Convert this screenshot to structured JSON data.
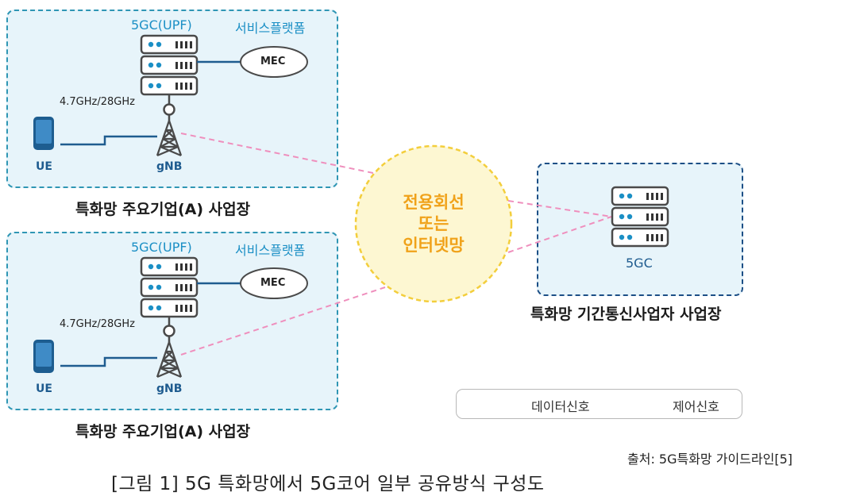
{
  "site_a": {
    "caption": "특화망 주요기업(A) 사업장",
    "core_label": "5GC(UPF)",
    "platform_label": "서비스플랫폼",
    "mec_label": "MEC",
    "freq_label": "4.7GHz/28GHz",
    "ue_label": "UE",
    "gnb_label": "gNB"
  },
  "site_b": {
    "caption": "특화망 주요기업(A) 사업장",
    "core_label": "5GC(UPF)",
    "platform_label": "서비스플랫폼",
    "mec_label": "MEC",
    "freq_label": "4.7GHz/28GHz",
    "ue_label": "UE",
    "gnb_label": "gNB"
  },
  "network": {
    "lines": [
      "전용회선",
      "또는",
      "인터넷망"
    ]
  },
  "operator_site": {
    "core_label": "5GC",
    "caption": "특화망 기간통신사업자 사업장"
  },
  "legend": {
    "data_signal": "데이터신호",
    "control_signal": "제어신호"
  },
  "source": "출처: 5G특화망 가이드라인[5]",
  "figure_caption": "[그림 1] 5G 특화망에서 5G코어 일부 공유방식 구성도",
  "colors": {
    "data_line": "#1f5c8f",
    "control_line": "#ef8fbd",
    "site_border": "#2f96b4",
    "site_fill": "#e7f4fa",
    "cloud_fill": "#fdf7d2",
    "cloud_border": "#f3ce3c",
    "cloud_text": "#f0a21a"
  }
}
